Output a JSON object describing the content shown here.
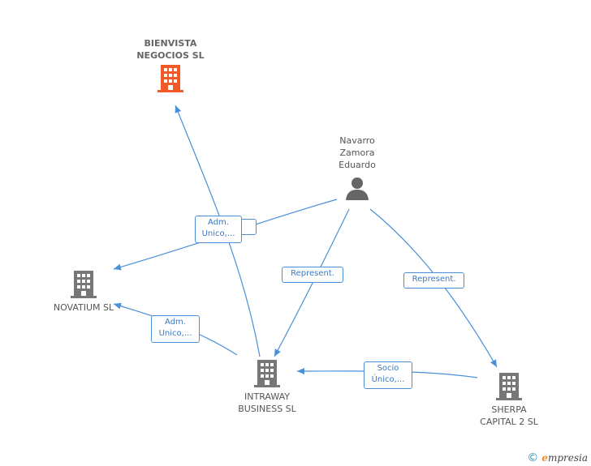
{
  "colors": {
    "edge": "#4a90d9",
    "building": "#777777",
    "building_focus": "#f05a28",
    "person": "#666666"
  },
  "nodes": {
    "bienvista": {
      "label": "BIENVISTA\nNEGOCIOS SL",
      "icon": "building-icon"
    },
    "navarro": {
      "label": "Navarro\nZamora\nEduardo",
      "icon": "person-icon"
    },
    "novatium": {
      "label": "NOVATIUM SL",
      "icon": "building-icon"
    },
    "intraway": {
      "label": "INTRAWAY\nBUSINESS SL",
      "icon": "building-icon"
    },
    "sherpa": {
      "label": "SHERPA\nCAPITAL 2 SL",
      "icon": "building-icon"
    }
  },
  "edge_labels": {
    "adm_unico_1": "Adm.\nUnico,...",
    "adm_unico_2": "Adm.\nUnico,...",
    "represent_1": "Represent.",
    "represent_2": "Represent.",
    "socio_unico": "Socio\nÚnico,..."
  },
  "footer": {
    "copyright": "©",
    "brand_initial": "e",
    "brand_rest": "mpresia"
  }
}
